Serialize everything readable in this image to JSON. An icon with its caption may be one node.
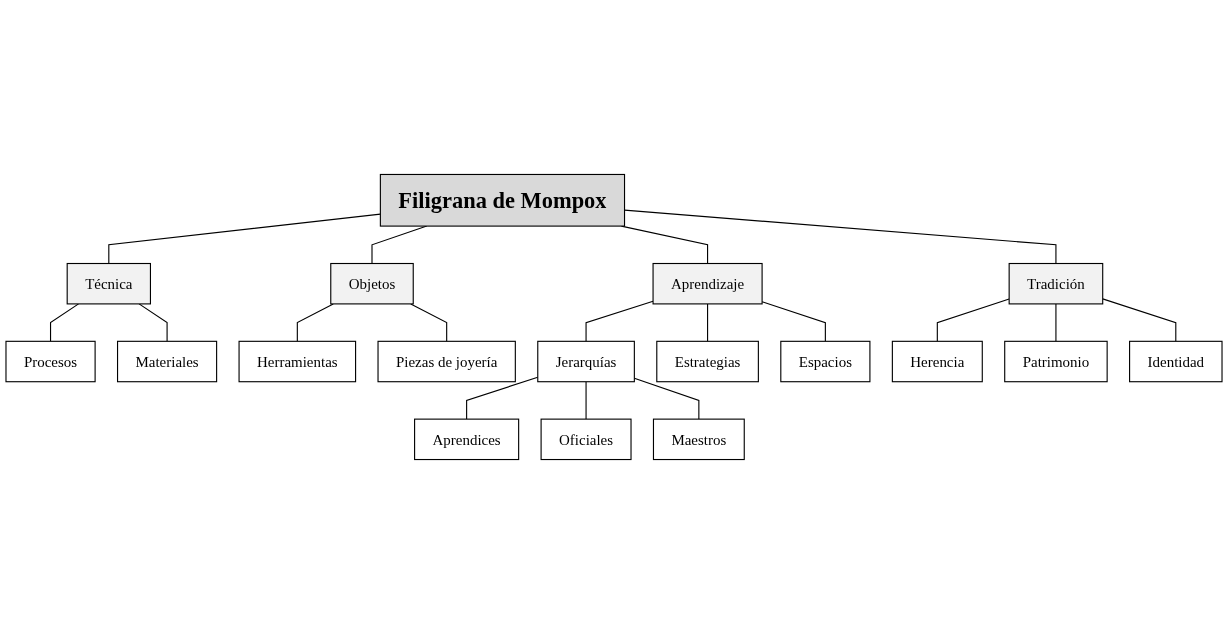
{
  "diagram": {
    "nodes": [
      {
        "text": [
          "Filigrana de Mompox"
        ]
      },
      {
        "text": [
          "Técnica"
        ]
      },
      {
        "text": [
          "Procesos"
        ]
      },
      {
        "text": [
          "Materiales"
        ]
      },
      {
        "text": [
          "Objetos"
        ]
      },
      {
        "text": [
          "Herramientas"
        ]
      },
      {
        "text": [
          "Piezas de joyería"
        ]
      },
      {
        "text": [
          "Aprendizaje"
        ]
      },
      {
        "text": [
          "Jerarquías"
        ]
      },
      {
        "text": [
          "Aprendices"
        ]
      },
      {
        "text": [
          "Oficiales"
        ]
      },
      {
        "text": [
          "Maestros"
        ]
      },
      {
        "text": [
          "Estrategias"
        ]
      },
      {
        "text": [
          "Espacios"
        ]
      },
      {
        "text": [
          "Tradición"
        ]
      },
      {
        "text": [
          "Herencia"
        ]
      },
      {
        "text": [
          "Patrimonio"
        ]
      },
      {
        "text": [
          "Identidad"
        ]
      }
    ],
    "edges": [
      {
        "from": 0,
        "to": 1,
        "arrow": "none"
      },
      {
        "from": 0,
        "to": 4,
        "arrow": "none"
      },
      {
        "from": 0,
        "to": 7,
        "arrow": "none"
      },
      {
        "from": 0,
        "to": 14,
        "arrow": "none"
      },
      {
        "from": 1,
        "to": 2,
        "arrow": "none"
      },
      {
        "from": 1,
        "to": 3,
        "arrow": "none"
      },
      {
        "from": 4,
        "to": 5,
        "arrow": "none"
      },
      {
        "from": 4,
        "to": 6,
        "arrow": "none"
      },
      {
        "from": 7,
        "to": 8,
        "arrow": "none"
      },
      {
        "from": 7,
        "to": 12,
        "arrow": "none"
      },
      {
        "from": 7,
        "to": 13,
        "arrow": "none"
      },
      {
        "from": 8,
        "to": 9,
        "arrow": "none"
      },
      {
        "from": 8,
        "to": 10,
        "arrow": "none"
      },
      {
        "from": 8,
        "to": 11,
        "arrow": "none"
      },
      {
        "from": 14,
        "to": 15,
        "arrow": "none"
      },
      {
        "from": 14,
        "to": 16,
        "arrow": "none"
      },
      {
        "from": 14,
        "to": 17,
        "arrow": "none"
      }
    ]
  }
}
